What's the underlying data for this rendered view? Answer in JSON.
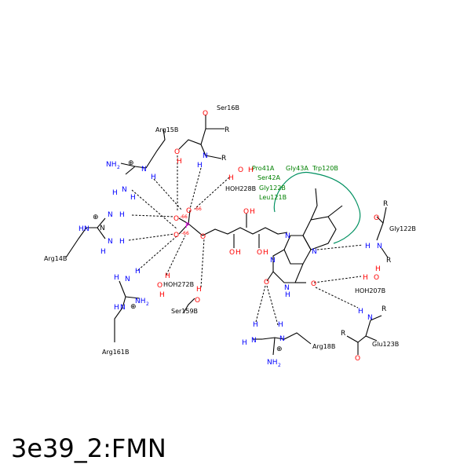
{
  "title": "3e39_2:FMN",
  "colors": {
    "nitrogen": "#0000ff",
    "oxygen": "#ff0000",
    "phosphorus": "#ff00ff",
    "carbon": "#000000",
    "hydrophobic": "#008000"
  },
  "residues": {
    "ser16b": "Ser16B",
    "arg15b": "Arg15B",
    "arg14b": "Arg14B",
    "arg161b": "Arg161B",
    "ser159b": "Ser159B",
    "hoh228b": "HOH228B",
    "hoh272b": "HOH272B",
    "hoh207b": "HOH207B",
    "gly122b": "Gly122B",
    "glu123b": "Glu123B",
    "arg18b": "Arg18B"
  },
  "hydrophobic": [
    "Pro41A",
    "Gly43A",
    "Trp120B",
    "Ser42A",
    "Gly122B",
    "Leu121B"
  ],
  "atoms": {
    "N": "N",
    "H": "H",
    "O": "O",
    "P": "P",
    "R": "R",
    "NH2": "NH",
    "two": "2",
    "plus": "⊕",
    "minus": "-66"
  }
}
